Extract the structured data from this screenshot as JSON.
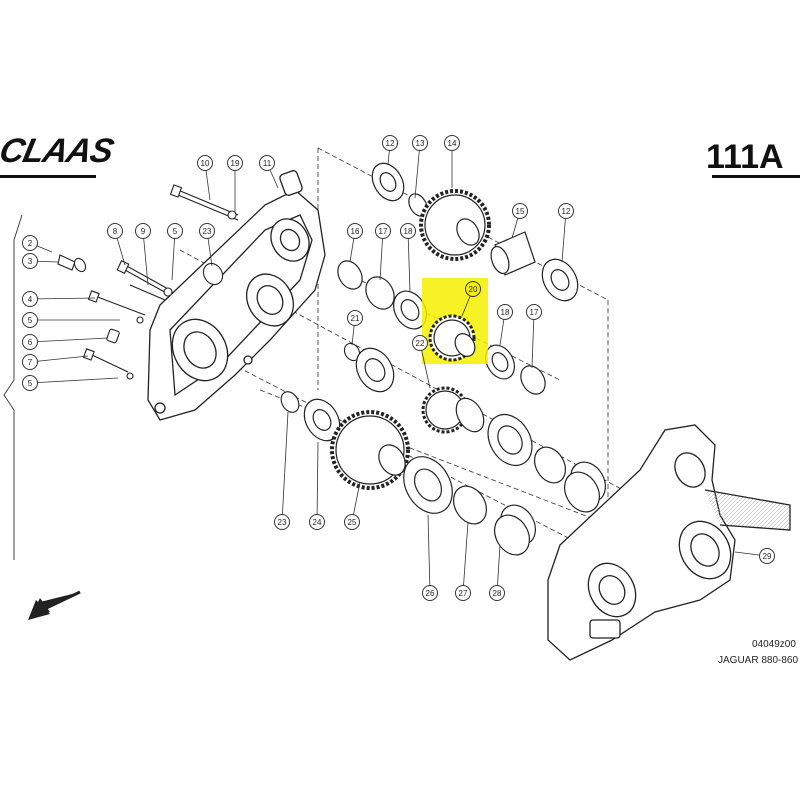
{
  "header": {
    "brand_logo_text": "CLAAS",
    "page_number": "111A"
  },
  "footer": {
    "drawing_code": "04049z00",
    "model_range": "JAGUAR 880-860"
  },
  "highlight": {
    "part_number": "20",
    "color": "#f5f000"
  },
  "callouts": [
    {
      "n": "2"
    },
    {
      "n": "3"
    },
    {
      "n": "4"
    },
    {
      "n": "5"
    },
    {
      "n": "6"
    },
    {
      "n": "7"
    },
    {
      "n": "5"
    },
    {
      "n": "8"
    },
    {
      "n": "9"
    },
    {
      "n": "5"
    },
    {
      "n": "23"
    },
    {
      "n": "10"
    },
    {
      "n": "19"
    },
    {
      "n": "11"
    },
    {
      "n": "12"
    },
    {
      "n": "13"
    },
    {
      "n": "14"
    },
    {
      "n": "15"
    },
    {
      "n": "12"
    },
    {
      "n": "16"
    },
    {
      "n": "17"
    },
    {
      "n": "18"
    },
    {
      "n": "21"
    },
    {
      "n": "20"
    },
    {
      "n": "18"
    },
    {
      "n": "17"
    },
    {
      "n": "22"
    },
    {
      "n": "23"
    },
    {
      "n": "24"
    },
    {
      "n": "25"
    },
    {
      "n": "26"
    },
    {
      "n": "27"
    },
    {
      "n": "28"
    },
    {
      "n": "29"
    }
  ],
  "icons": {
    "direction_arrow": "arrow-down-left-icon"
  }
}
